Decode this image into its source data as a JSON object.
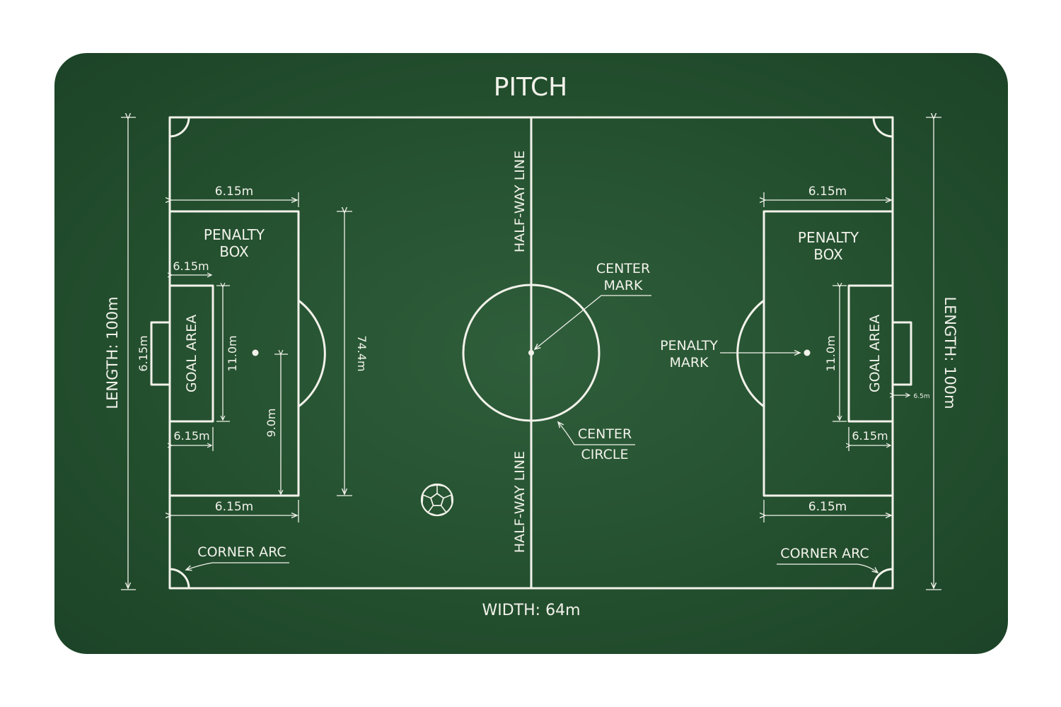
{
  "title": "PITCH",
  "width_label": "WIDTH: 64m",
  "length_label_left": "LENGTH: 100m",
  "length_label_right": "LENGTH: 100m",
  "halfway_top": "HALF-WAY LINE",
  "halfway_bottom": "HALF-WAY LINE",
  "center_mark": [
    "CENTER",
    "MARK"
  ],
  "center_circle": [
    "CENTER",
    "CIRCLE"
  ],
  "penalty_mark": [
    "PENALTY",
    "MARK"
  ],
  "left": {
    "penalty_box": [
      "PENALTY",
      "BOX"
    ],
    "goal_area": "GOAL AREA",
    "box_top_width": "6.15m",
    "box_bottom_width": "6.15m",
    "goal_area_top_width": "6.15m",
    "goal_area_bottom_width": "6.15m",
    "goal_height": "11.0m",
    "goal_width": "6.15m",
    "penalty_distance": "9.0m",
    "box_height": "74.4m",
    "corner_arc": "CORNER ARC"
  },
  "right": {
    "penalty_box": [
      "PENALTY",
      "BOX"
    ],
    "goal_area": "GOAL AREA",
    "box_top_width": "6.15m",
    "box_bottom_width": "6.15m",
    "goal_area_bottom_width": "6.15m",
    "goal_height": "11.0m",
    "goal_depth": "6.5m",
    "corner_arc": "CORNER ARC"
  },
  "colors": {
    "board": "#24502f",
    "chalk": "#f2f2ea",
    "page": "#ffffff"
  }
}
